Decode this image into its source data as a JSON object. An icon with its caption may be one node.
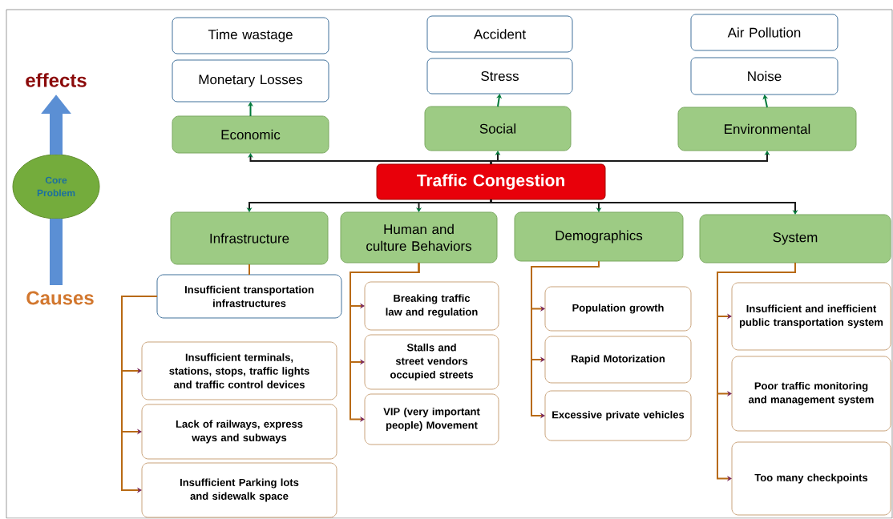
{
  "diagram": {
    "nodes": [
      {
        "text": [
          "Time wastage"
        ]
      },
      {
        "text": [
          "Monetary Losses"
        ]
      },
      {
        "text": [
          "Economic"
        ]
      },
      {
        "text": [
          "Accident"
        ]
      },
      {
        "text": [
          "Stress"
        ]
      },
      {
        "text": [
          "Social"
        ]
      },
      {
        "text": [
          "Air Pollution"
        ]
      },
      {
        "text": [
          "Noise"
        ]
      },
      {
        "text": [
          "Environmental"
        ]
      },
      {
        "text": [
          "Traffic Congestion"
        ]
      },
      {
        "text": [
          "Infrastructure"
        ]
      },
      {
        "text": [
          "Human and culture Behaviors"
        ]
      },
      {
        "text": [
          "Demographics"
        ]
      },
      {
        "text": [
          "System"
        ]
      },
      {
        "text": [
          "Insufficient transportation infrastructures"
        ]
      },
      {
        "text": [
          "Insufficient terminals, stations, stops, traffic lights and traffic control devices"
        ]
      },
      {
        "text": [
          "Lack of railways, express ways and subways"
        ]
      },
      {
        "text": [
          "Insufficient Parking lots and sidewalk space"
        ]
      },
      {
        "text": [
          "Breaking traffic law and regulation"
        ]
      },
      {
        "text": [
          "Stalls and street vendors occupied streets"
        ]
      },
      {
        "text": [
          "VIP (very important people) Movement"
        ]
      },
      {
        "text": [
          "Population growth"
        ]
      },
      {
        "text": [
          "Rapid Motorization"
        ]
      },
      {
        "text": [
          "Excessive private vehicles"
        ]
      },
      {
        "text": [
          "Insufficient and inefficient public transportation system"
        ]
      },
      {
        "text": [
          "Poor traffic monitoring and management system"
        ]
      },
      {
        "text": [
          "Too many checkpoints"
        ]
      },
      {
        "text": [
          "Core Problem"
        ]
      },
      {
        "text": [
          "effects"
        ]
      },
      {
        "text": [
          "Causes"
        ]
      }
    ],
    "edges": [
      {
        "from": 9,
        "to": 2,
        "arrow": "to",
        "color": "#1a1a1a"
      },
      {
        "from": 9,
        "to": 5,
        "arrow": "to",
        "color": "#1a1a1a"
      },
      {
        "from": 9,
        "to": 8,
        "arrow": "to",
        "color": "#1a1a1a"
      },
      {
        "from": 2,
        "to": 1,
        "arrow": "to",
        "color": "#00793a"
      },
      {
        "from": 5,
        "to": 4,
        "arrow": "to",
        "color": "#00793a"
      },
      {
        "from": 8,
        "to": 7,
        "arrow": "to",
        "color": "#00793a"
      },
      {
        "from": 9,
        "to": 10,
        "arrow": "to",
        "color": "#1a1a1a"
      },
      {
        "from": 9,
        "to": 11,
        "arrow": "to",
        "color": "#1a1a1a"
      },
      {
        "from": 9,
        "to": 12,
        "arrow": "to",
        "color": "#1a1a1a"
      },
      {
        "from": 9,
        "to": 13,
        "arrow": "to",
        "color": "#1a1a1a"
      },
      {
        "from": 10,
        "to": 14,
        "arrow": "none"
      },
      {
        "from": 14,
        "to": 15,
        "arrow": "to"
      },
      {
        "from": 14,
        "to": 16,
        "arrow": "to"
      },
      {
        "from": 14,
        "to": 17,
        "arrow": "to"
      },
      {
        "from": 11,
        "to": 18,
        "arrow": "to"
      },
      {
        "from": 11,
        "to": 19,
        "arrow": "to"
      },
      {
        "from": 11,
        "to": 20,
        "arrow": "to"
      },
      {
        "from": 12,
        "to": 21,
        "arrow": "to"
      },
      {
        "from": 12,
        "to": 22,
        "arrow": "to"
      },
      {
        "from": 12,
        "to": 23,
        "arrow": "to"
      },
      {
        "from": 13,
        "to": 24,
        "arrow": "to"
      },
      {
        "from": 13,
        "to": 25,
        "arrow": "to"
      },
      {
        "from": 13,
        "to": 26,
        "arrow": "to"
      },
      {
        "from": 27,
        "to": 28,
        "arrow": "to",
        "style": "thick",
        "color": "#5b8fd4"
      },
      {
        "from": 29,
        "to": 27,
        "arrow": "none",
        "style": "thick",
        "color": "#5b8fd4"
      }
    ]
  }
}
